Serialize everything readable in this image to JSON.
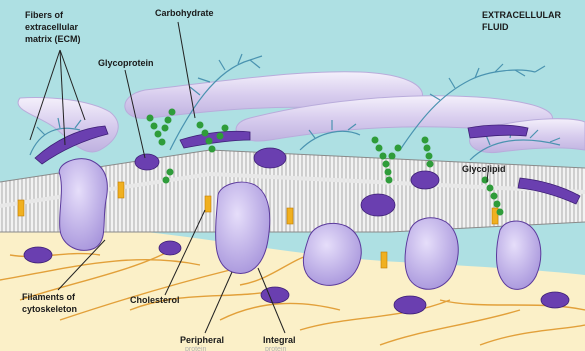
{
  "labels": {
    "ecm_line1": "Fibers of",
    "ecm_line2": "extracellular",
    "ecm_line3": "matrix (ECM)",
    "carbohydrate": "Carbohydrate",
    "extracellular_line1": "EXTRACELLULAR",
    "extracellular_line2": "FLUID",
    "glycoprotein": "Glycoprotein",
    "glycolipid": "Glycolipid",
    "filaments_line1": "Filaments of",
    "filaments_line2": "cytoskeleton",
    "cholesterol": "Cholesterol",
    "peripheral_line1": "Peripheral",
    "peripheral_line2": "protein",
    "integral_line1": "Integral",
    "integral_line2": "protein"
  },
  "colors": {
    "extracellular_fluid": "#aee0e3",
    "cytoplasm": "#fbf0c8",
    "protein": "#c9bdf0",
    "protein_dark": "#6a3fb0",
    "carbohydrate_chain": "#2f9c3a",
    "ecm_fiber": "#d9d0ef",
    "cytoskeleton": "#e2a03a",
    "cholesterol": "#f0b020",
    "membrane": "#ececec"
  }
}
